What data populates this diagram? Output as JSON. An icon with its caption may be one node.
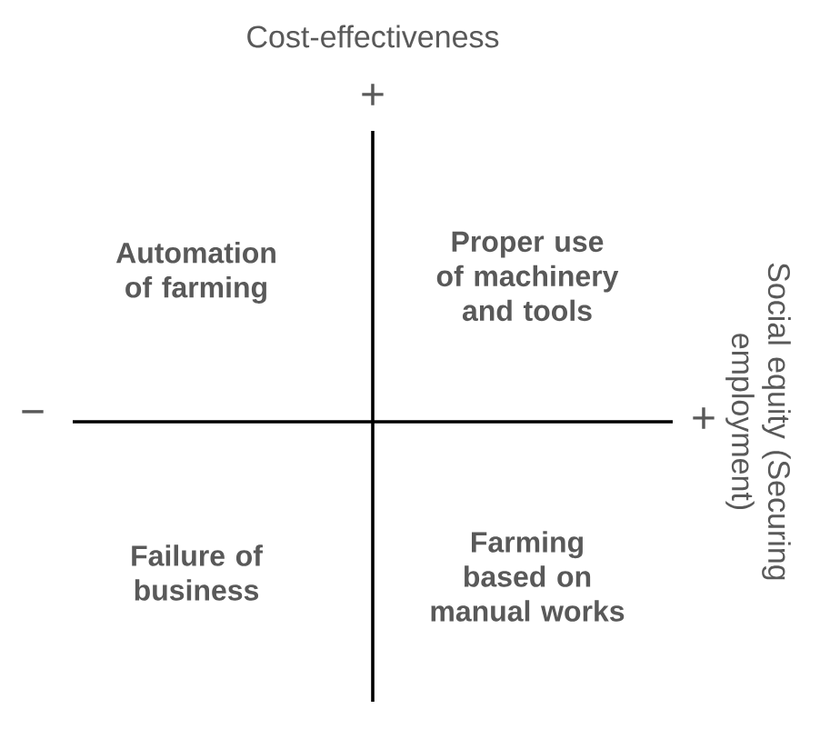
{
  "diagram": {
    "labels": [
      "Cost-effectiveness",
      "+",
      "Automation of farming",
      "Proper use of machinery and tools",
      "−",
      "+",
      "Social equity (Securing employment)",
      "Failure of business",
      "Farming based on manual works"
    ]
  }
}
